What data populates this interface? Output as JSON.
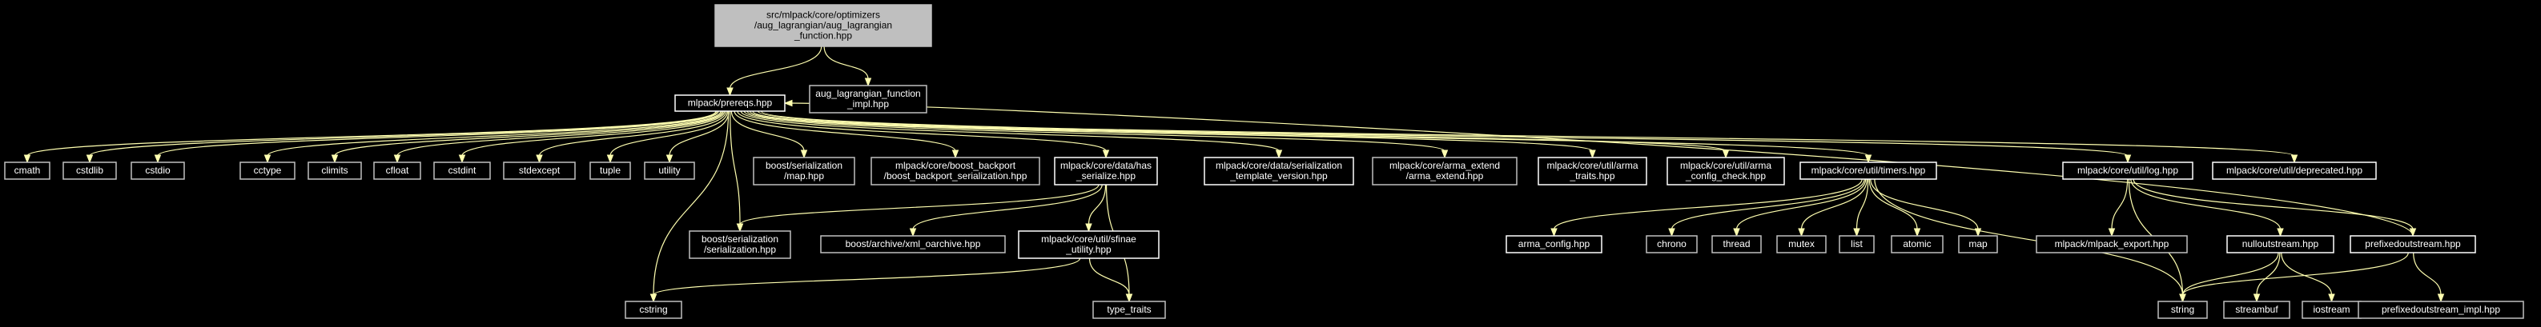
{
  "colors": {
    "background": "#000000",
    "edge": "#ffffb0",
    "focus_fill": "#bfbfbf",
    "focus_text": "#000000",
    "node_text": "#ffffff",
    "border_linked": "#ffffff",
    "border_plain": "#bfbfbf"
  },
  "graph": {
    "nodes": [
      {
        "id": "focus",
        "kind": "focus",
        "lines": [
          "src/mlpack/core/optimizers",
          "/aug_lagrangian/aug_lagrangian",
          "_function.hpp"
        ]
      },
      {
        "id": "prereqs",
        "kind": "linked",
        "lines": [
          "mlpack/prereqs.hpp"
        ]
      },
      {
        "id": "impl",
        "kind": "plain",
        "lines": [
          "aug_lagrangian_function",
          "_impl.hpp"
        ]
      },
      {
        "id": "cmath",
        "kind": "plain",
        "lines": [
          "cmath"
        ]
      },
      {
        "id": "cstdlib",
        "kind": "plain",
        "lines": [
          "cstdlib"
        ]
      },
      {
        "id": "cstdio",
        "kind": "plain",
        "lines": [
          "cstdio"
        ]
      },
      {
        "id": "cctype",
        "kind": "plain",
        "lines": [
          "cctype"
        ]
      },
      {
        "id": "climits",
        "kind": "plain",
        "lines": [
          "climits"
        ]
      },
      {
        "id": "cfloat",
        "kind": "plain",
        "lines": [
          "cfloat"
        ]
      },
      {
        "id": "cstdint",
        "kind": "plain",
        "lines": [
          "cstdint"
        ]
      },
      {
        "id": "stdexcept",
        "kind": "plain",
        "lines": [
          "stdexcept"
        ]
      },
      {
        "id": "tuple",
        "kind": "plain",
        "lines": [
          "tuple"
        ]
      },
      {
        "id": "utility",
        "kind": "plain",
        "lines": [
          "utility"
        ]
      },
      {
        "id": "bsmap",
        "kind": "plain",
        "lines": [
          "boost/serialization",
          "/map.hpp"
        ]
      },
      {
        "id": "backport",
        "kind": "plain",
        "lines": [
          "mlpack/core/boost_backport",
          "/boost_backport_serialization.hpp"
        ]
      },
      {
        "id": "hasser",
        "kind": "linked",
        "lines": [
          "mlpack/core/data/has",
          "_serialize.hpp"
        ]
      },
      {
        "id": "sertpl",
        "kind": "linked",
        "lines": [
          "mlpack/core/data/serialization",
          "_template_version.hpp"
        ]
      },
      {
        "id": "armaext",
        "kind": "plain",
        "lines": [
          "mlpack/core/arma_extend",
          "/arma_extend.hpp"
        ]
      },
      {
        "id": "armatraits",
        "kind": "linked",
        "lines": [
          "mlpack/core/util/arma",
          "_traits.hpp"
        ]
      },
      {
        "id": "armacfgchk",
        "kind": "linked",
        "lines": [
          "mlpack/core/util/arma",
          "_config_check.hpp"
        ]
      },
      {
        "id": "timers",
        "kind": "linked",
        "lines": [
          "mlpack/core/util/timers.hpp"
        ]
      },
      {
        "id": "log",
        "kind": "linked",
        "lines": [
          "mlpack/core/util/log.hpp"
        ]
      },
      {
        "id": "deprecated",
        "kind": "linked",
        "lines": [
          "mlpack/core/util/deprecated.hpp"
        ]
      },
      {
        "id": "bsser",
        "kind": "plain",
        "lines": [
          "boost/serialization",
          "/serialization.hpp"
        ]
      },
      {
        "id": "xmlarch",
        "kind": "plain",
        "lines": [
          "boost/archive/xml_oarchive.hpp"
        ]
      },
      {
        "id": "sfinae",
        "kind": "linked",
        "lines": [
          "mlpack/core/util/sfinae",
          "_utility.hpp"
        ]
      },
      {
        "id": "cstring",
        "kind": "plain",
        "lines": [
          "cstring"
        ]
      },
      {
        "id": "typetraits",
        "kind": "plain",
        "lines": [
          "type_traits"
        ]
      },
      {
        "id": "armacfg",
        "kind": "linked",
        "lines": [
          "arma_config.hpp"
        ]
      },
      {
        "id": "chrono",
        "kind": "plain",
        "lines": [
          "chrono"
        ]
      },
      {
        "id": "thread",
        "kind": "plain",
        "lines": [
          "thread"
        ]
      },
      {
        "id": "mutex",
        "kind": "plain",
        "lines": [
          "mutex"
        ]
      },
      {
        "id": "list",
        "kind": "plain",
        "lines": [
          "list"
        ]
      },
      {
        "id": "atomic",
        "kind": "plain",
        "lines": [
          "atomic"
        ]
      },
      {
        "id": "map",
        "kind": "plain",
        "lines": [
          "map"
        ]
      },
      {
        "id": "export",
        "kind": "plain",
        "lines": [
          "mlpack/mlpack_export.hpp"
        ]
      },
      {
        "id": "nullout",
        "kind": "linked",
        "lines": [
          "nulloutstream.hpp"
        ]
      },
      {
        "id": "prefixout",
        "kind": "linked",
        "lines": [
          "prefixedoutstream.hpp"
        ]
      },
      {
        "id": "string",
        "kind": "plain",
        "lines": [
          "string"
        ]
      },
      {
        "id": "streambuf",
        "kind": "plain",
        "lines": [
          "streambuf"
        ]
      },
      {
        "id": "iostream",
        "kind": "plain",
        "lines": [
          "iostream"
        ]
      },
      {
        "id": "prefiximpl",
        "kind": "plain",
        "lines": [
          "prefixedoutstream_impl.hpp"
        ]
      }
    ],
    "edges": [
      [
        "focus",
        "prereqs"
      ],
      [
        "focus",
        "impl"
      ],
      [
        "prereqs",
        "cmath"
      ],
      [
        "prereqs",
        "cstdlib"
      ],
      [
        "prereqs",
        "cstdio"
      ],
      [
        "prereqs",
        "cctype"
      ],
      [
        "prereqs",
        "climits"
      ],
      [
        "prereqs",
        "cfloat"
      ],
      [
        "prereqs",
        "cstdint"
      ],
      [
        "prereqs",
        "stdexcept"
      ],
      [
        "prereqs",
        "tuple"
      ],
      [
        "prereqs",
        "utility"
      ],
      [
        "prereqs",
        "bsmap"
      ],
      [
        "prereqs",
        "backport"
      ],
      [
        "prereqs",
        "hasser"
      ],
      [
        "prereqs",
        "sertpl"
      ],
      [
        "prereqs",
        "armaext"
      ],
      [
        "prereqs",
        "armatraits"
      ],
      [
        "prereqs",
        "armacfgchk"
      ],
      [
        "prereqs",
        "timers"
      ],
      [
        "prereqs",
        "log"
      ],
      [
        "prereqs",
        "deprecated"
      ],
      [
        "prereqs",
        "bsser"
      ],
      [
        "prereqs",
        "cstring"
      ],
      [
        "hasser",
        "bsser"
      ],
      [
        "hasser",
        "xmlarch"
      ],
      [
        "hasser",
        "sfinae"
      ],
      [
        "hasser",
        "typetraits"
      ],
      [
        "sfinae",
        "cstring"
      ],
      [
        "sfinae",
        "typetraits"
      ],
      [
        "timers",
        "armacfg"
      ],
      [
        "timers",
        "chrono"
      ],
      [
        "timers",
        "thread"
      ],
      [
        "timers",
        "mutex"
      ],
      [
        "timers",
        "list"
      ],
      [
        "timers",
        "atomic"
      ],
      [
        "timers",
        "map"
      ],
      [
        "timers",
        "string"
      ],
      [
        "log",
        "export"
      ],
      [
        "log",
        "nullout"
      ],
      [
        "log",
        "prefixout"
      ],
      [
        "log",
        "string"
      ],
      [
        "nullout",
        "string"
      ],
      [
        "nullout",
        "streambuf"
      ],
      [
        "nullout",
        "iostream"
      ],
      [
        "prefixout",
        "string"
      ],
      [
        "prefixout",
        "prefiximpl"
      ],
      [
        "prefixout",
        "prereqs"
      ]
    ]
  }
}
